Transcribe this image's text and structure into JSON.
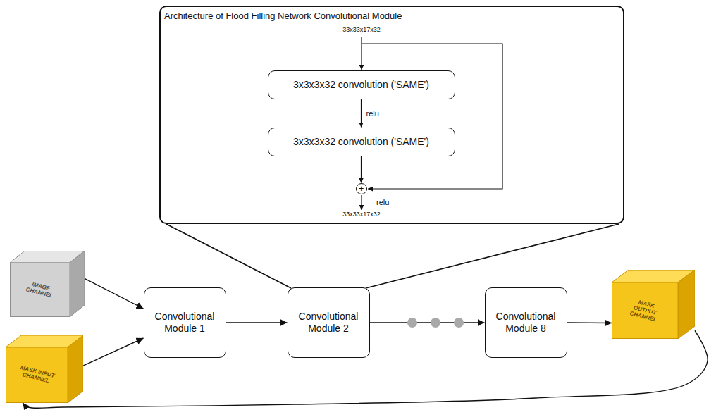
{
  "diagram": {
    "nodes": [
      {
        "text": [
          "Architecture of Flood Filling Network Convolutional Module"
        ]
      },
      {
        "text": [
          "3x3x3x32 convolution ('SAME')"
        ],
        "in": 0
      },
      {
        "text": [
          "3x3x3x32 convolution ('SAME')"
        ],
        "in": 0
      },
      {
        "text": [
          "+"
        ],
        "in": 0
      },
      {
        "text": [
          "IMAGE CHANNEL"
        ]
      },
      {
        "text": [
          "MASK INPUT CHANNEL"
        ]
      },
      {
        "text": [
          "Convolutional Module 1"
        ]
      },
      {
        "text": [
          "Convolutional Module 2"
        ]
      },
      {
        "text": [
          "Convolutional Module 8"
        ]
      },
      {
        "text": [
          "MASK OUTPUT CHANNEL"
        ]
      }
    ],
    "edges": [
      {
        "from": 4,
        "to": 6,
        "arrow": "to"
      },
      {
        "from": 5,
        "to": 6,
        "arrow": "to"
      },
      {
        "from": 6,
        "to": 7,
        "arrow": "to"
      },
      {
        "from": 7,
        "to": 8,
        "arrow": "to"
      },
      {
        "from": 8,
        "to": 9,
        "arrow": "to"
      },
      {
        "from": 9,
        "to": 5,
        "arrow": "to"
      },
      {
        "from": 1,
        "to": 2,
        "label": "relu",
        "arrow": "to"
      },
      {
        "from": 2,
        "to": 3,
        "arrow": "to"
      }
    ],
    "labels": [
      "33x33x17x32",
      "relu",
      "33x33x17x32"
    ]
  }
}
